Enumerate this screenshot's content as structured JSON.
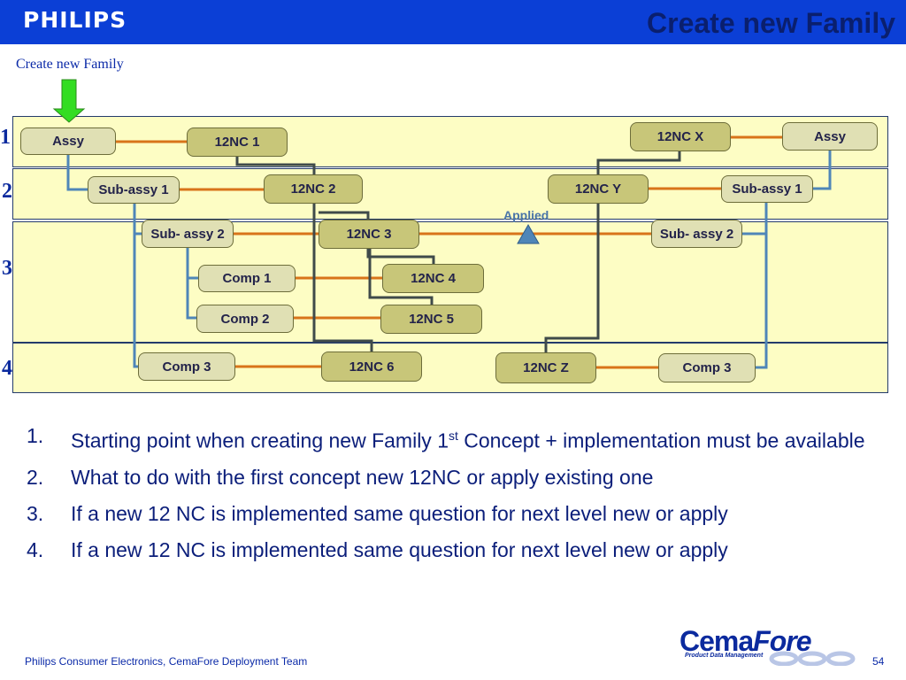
{
  "header": {
    "logo": "PHILIPS",
    "title": "Create new Family"
  },
  "subtitle": "Create new Family",
  "levels": [
    "1",
    "2",
    "3",
    "4"
  ],
  "nodes": {
    "assy_left": "Assy",
    "nc1": "12NC 1",
    "ncx": "12NC X",
    "assy_right": "Assy",
    "subassy1_left": "Sub-assy 1",
    "nc2": "12NC 2",
    "ncy": "12NC Y",
    "subassy1_right": "Sub-assy 1",
    "subassy2_left": "Sub- assy 2",
    "nc3": "12NC 3",
    "subassy2_right": "Sub- assy 2",
    "comp1": "Comp 1",
    "nc4": "12NC 4",
    "comp2": "Comp 2",
    "nc5": "12NC 5",
    "comp3_left": "Comp 3",
    "nc6": "12NC 6",
    "ncz": "12NC Z",
    "comp3_right": "Comp 3"
  },
  "applied_label": "Applied",
  "colors": {
    "header_blue": "#0b3fd6",
    "band_fill": "#fdfdc4",
    "link_orange": "#d8741a",
    "link_blue": "#4f86b8",
    "link_dark": "#3f4a4a",
    "arrow_green": "#33dd22"
  },
  "notes": [
    {
      "num": "1.",
      "text": "Starting point when creating new Family 1",
      "sup": "st",
      "text2": " Concept + implementation must be available"
    },
    {
      "num": "2.",
      "text": "What to do with the first concept new 12NC or apply existing one"
    },
    {
      "num": "3.",
      "text": "If a new 12 NC is implemented same question for next level new or apply"
    },
    {
      "num": "4.",
      "text": "If a new 12 NC is implemented same question for next level new or apply"
    }
  ],
  "footer": {
    "left": "Philips Consumer Electronics, CemaFore Deployment Team",
    "brand_a": "Cema",
    "brand_b": "Fore",
    "brand_tag": "Product Data Management",
    "page": "54"
  }
}
